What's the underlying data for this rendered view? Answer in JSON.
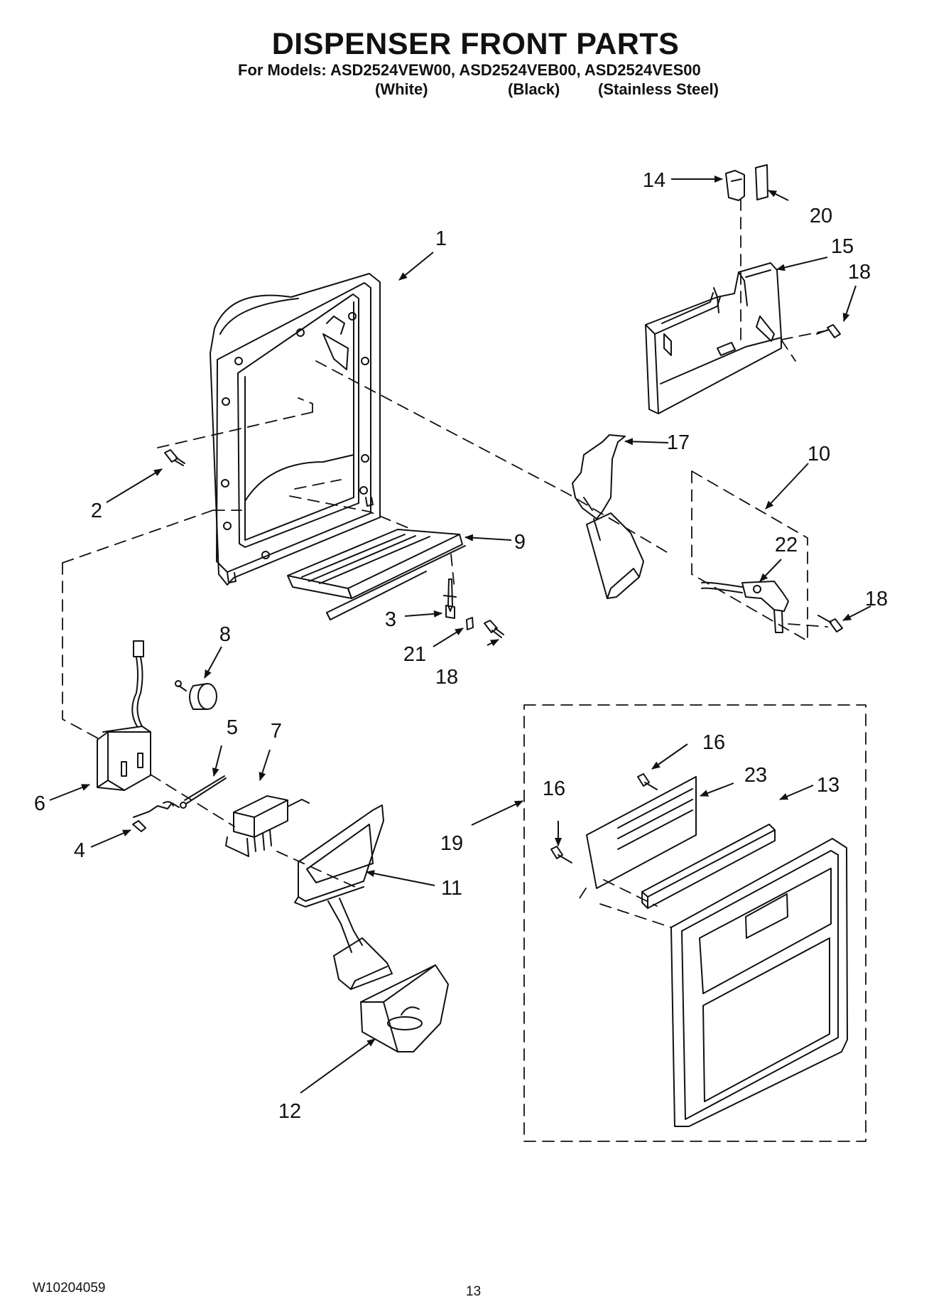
{
  "header": {
    "title": "DISPENSER FRONT PARTS",
    "models_line": "For Models: ASD2524VEW00, ASD2524VEB00, ASD2524VES00",
    "variants": [
      "(White)",
      "(Black)",
      "(Stainless Steel)"
    ]
  },
  "parts": [
    {
      "label": "1"
    },
    {
      "label": "2"
    },
    {
      "label": "3"
    },
    {
      "label": "4"
    },
    {
      "label": "5"
    },
    {
      "label": "6"
    },
    {
      "label": "7"
    },
    {
      "label": "8"
    },
    {
      "label": "9"
    },
    {
      "label": "10"
    },
    {
      "label": "11"
    },
    {
      "label": "12"
    },
    {
      "label": "13"
    },
    {
      "label": "14"
    },
    {
      "label": "15"
    },
    {
      "label": "16"
    },
    {
      "label": "16"
    },
    {
      "label": "17"
    },
    {
      "label": "18"
    },
    {
      "label": "18"
    },
    {
      "label": "18"
    },
    {
      "label": "19"
    },
    {
      "label": "20"
    },
    {
      "label": "21"
    },
    {
      "label": "22"
    },
    {
      "label": "23"
    }
  ],
  "footer": {
    "doc_number": "W10204059",
    "page_number": "13"
  }
}
